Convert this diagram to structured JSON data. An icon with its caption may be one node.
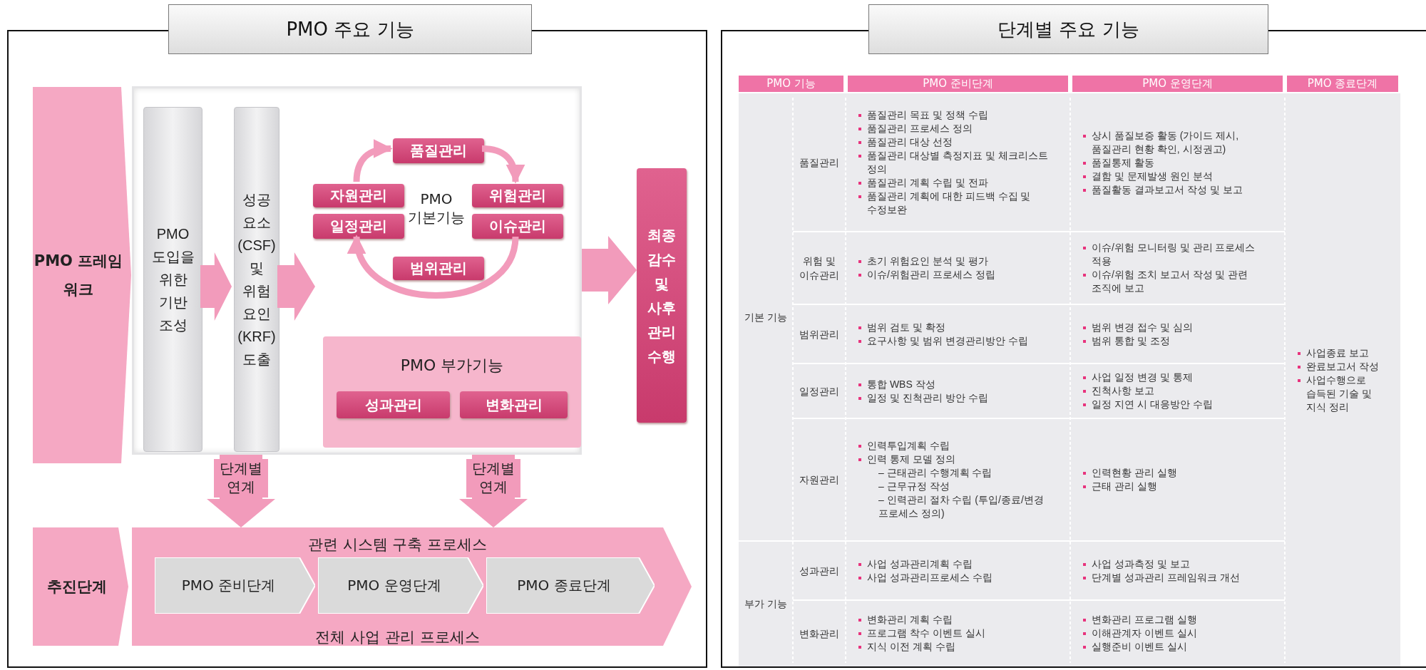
{
  "diagram": {
    "nodes": [
      {
        "text": [
          "PMO 프레임 워크"
        ]
      },
      {
        "text": [],
        "shape": "box"
      },
      {
        "text": [
          "PMO 도입을 위한 기반 조성"
        ],
        "in": 1
      },
      {
        "text": [
          "성공 요소 (CSF) 및 위험 요인 (KRF) 도출"
        ],
        "in": 1
      },
      {
        "text": [
          "품질관리"
        ],
        "in": 1
      },
      {
        "text": [
          "자원관리"
        ],
        "in": 1
      },
      {
        "text": [
          "위험관리"
        ],
        "in": 1
      },
      {
        "text": [
          "일정관리"
        ],
        "in": 1
      },
      {
        "text": [
          "이슈관리"
        ],
        "in": 1
      },
      {
        "text": [
          "범위관리"
        ],
        "in": 1
      },
      {
        "text": [
          "PMO 부가기능"
        ],
        "in": 1
      },
      {
        "text": [
          "성과관리"
        ],
        "in": 10
      },
      {
        "text": [
          "변화관리"
        ],
        "in": 10
      },
      {
        "text": [
          "최종 감수 및 사후 관리 수행"
        ]
      },
      {
        "text": [
          "추진단계"
        ]
      },
      {
        "text": [
          "관련 시스템 구축 프로세스",
          "전체 사업 관리 프로세스"
        ]
      },
      {
        "text": [
          "PMO 준비단계"
        ],
        "in": 15
      },
      {
        "text": [
          "PMO 운영단계"
        ],
        "in": 15
      },
      {
        "text": [
          "PMO 종료단계"
        ],
        "in": 15
      }
    ],
    "edges": [
      {
        "from": 2,
        "to": 3,
        "arrow": "to",
        "style": "thick"
      },
      {
        "from": 3,
        "to": null,
        "arrow": "to",
        "style": "thick"
      },
      {
        "from": 1,
        "to": 13,
        "arrow": "to",
        "style": "thick"
      },
      {
        "from": 5,
        "to": 4,
        "arrow": "to"
      },
      {
        "from": 4,
        "to": 6,
        "arrow": "to"
      },
      {
        "from": 8,
        "to": 7,
        "arrow": "to"
      },
      {
        "from": 1,
        "to": 15,
        "arrow": "to",
        "style": "thick",
        "label": "단계별 연계"
      },
      {
        "from": 1,
        "to": 15,
        "arrow": "to",
        "style": "thick",
        "label": "단계별 연계"
      }
    ],
    "labels": [
      "PMO 주요 기능",
      "PMO 기본기능",
      "단계별 주요 기능",
      "PMO 기능",
      "PMO 준비단계",
      "PMO 운영단계",
      "PMO 종료단계",
      "기본 기능",
      "품질관리",
      "품질관리 목표 및 정책 수립",
      "품질관리 프로세스 정의",
      "품질관리 대상 선정",
      "품질관리 대상별 측정지표 및 체크리스트 정의",
      "품질관리 계획 수립 및 전파",
      "품질관리 계획에 대한 피드백 수집 및 수정보완",
      "상시 품질보증 활동 (가이드 제시, 품질관리 현황 확인, 시정권고)",
      "품질통제 활동",
      "결함 및 문제발생 원인 분석",
      "품질활동 결과보고서 작성 및 보고",
      "사업종료 보고",
      "완료보고서 작성",
      "사업수행으로 습득된 기술 및 지식 정리",
      "위험 및 이슈관리",
      "초기 위험요인 분석 및 평가",
      "이슈/위험관리 프로세스 정립",
      "이슈/위험 모니터링 및 관리 프로세스 적용",
      "이슈/위험 조치 보고서 작성 및 관련 조직에 보고",
      "범위관리",
      "범위 검토 및 확정",
      "요구사항 및 범위 변경관리방안 수립",
      "범위 변경 접수 및 심의",
      "범위 통합 및 조정",
      "일정관리",
      "통합 WBS 작성",
      "일정 및 진척관리 방안 수립",
      "사업 일정 변경 및 통제",
      "진척사항 보고",
      "일정 지연 시 대응방안 수립",
      "자원관리",
      "인력투입계획 수립",
      "인력 통제 모델 정의",
      "– 근태관리 수행계획 수립",
      "– 근무규정 작성",
      "– 인력관리 절차 수립 (투입/종료/변경 프로세스 정의)",
      "인력현황 관리 실행",
      "근태 관리 실행",
      "부가 기능",
      "성과관리",
      "사업 성과관리계획 수립",
      "사업 성과관리프로세스 수립",
      "사업 성과측정 및 보고",
      "단계별 성과관리 프레임워크 개선",
      "변화관리",
      "변화관리 계획 수립",
      "프로그램 착수 이벤트 실시",
      "지식 이전 계획 수립",
      "변화관리 프로그램 실행",
      "이해관계자 이벤트 실시",
      "실행준비 이벤트 실시"
    ]
  }
}
